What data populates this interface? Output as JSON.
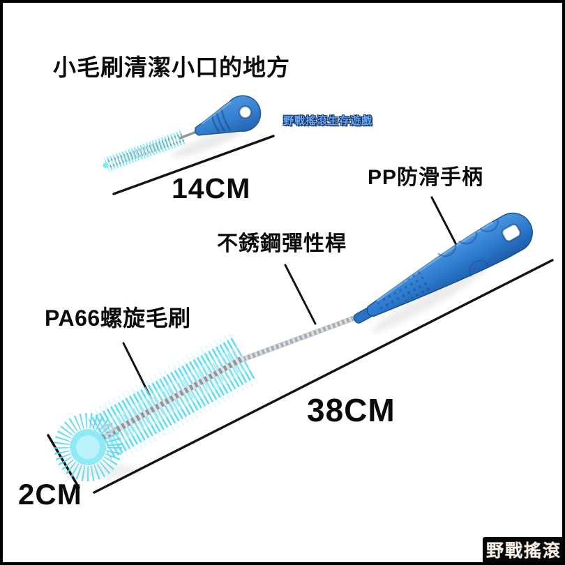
{
  "image": {
    "kind": "product-photo",
    "subject": "spiral bottle cleaning brush set"
  },
  "labels": {
    "title": "小毛刷清潔小口的地方",
    "small_brush_length": "14CM",
    "handle_material": "PP防滑手柄",
    "rod_material": "不銹鋼彈性桿",
    "brush_material": "PA66螺旋毛刷",
    "large_brush_length": "38CM",
    "brush_diameter": "2CM"
  },
  "watermarks": {
    "center_text": "野戰搖滾生存遊戲",
    "corner_text": "野戰搖滾"
  },
  "colors": {
    "background": "#ffffff",
    "frame": "#000000",
    "annotation": "#141414",
    "handle_light": "#4a97e3",
    "handle_mid": "#2c79cd",
    "handle_dark": "#1c5aa5",
    "handle_outline": "#16508f",
    "bristle_main": "#5cd9f1",
    "bristle_light": "#9fecf8",
    "bristle_fuzz": "#b9f2fb",
    "wire_gray": "#a7adb3",
    "wire_highlight": "#dfe3e6",
    "watermark_center_blue": "#6aa6ee",
    "watermark_corner_bg": "#070707",
    "watermark_corner_fg": "#f4efe7"
  }
}
